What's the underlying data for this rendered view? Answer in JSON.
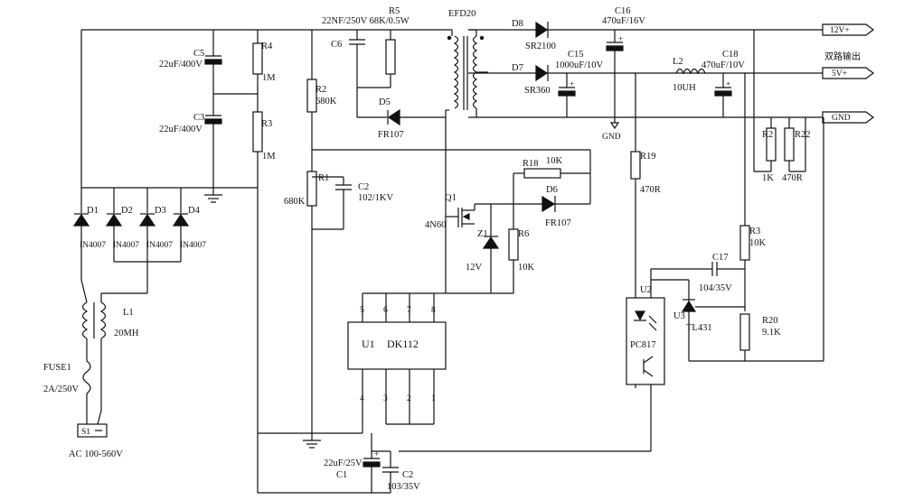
{
  "outputs": {
    "v12": "12V+",
    "v5": "5V+",
    "gnd": "GND",
    "dual": "双路输出"
  },
  "labels": {
    "r5_top": "22NF/250V 68K/0.5W",
    "efd": "EFD20",
    "d8": "D8",
    "sr2100": "SR2100",
    "c16": "C16",
    "c16v": "470uF/16V",
    "c15": "C15",
    "c15v": "1000uF/10V",
    "d7": "D7",
    "sr360": "SR360",
    "l2": "L2",
    "l2v": "10UH",
    "c18": "C18",
    "c18v": "470uF/10V",
    "gnd_small": "GND",
    "r19": "R19",
    "r19v": "470R",
    "r2r": "R2",
    "r2rv": "1K",
    "r22": "R22",
    "r22v": "470R",
    "r3r": "R3",
    "r3rv": "10K",
    "c17": "C17",
    "c17v": "104/35V",
    "u3": "U3",
    "tl431": "TL431",
    "r20": "R20",
    "r20v": "9.1K",
    "u2": "U2",
    "pc817": "PC817",
    "c5": "C5",
    "c5v": "22uF/400V",
    "c3": "C3",
    "c3v": "22uF/400V",
    "r4": "R4",
    "r4v": "1M",
    "r3": "R3",
    "r3v": "1M",
    "c6": "C6",
    "r2": "R2",
    "r2v": "680K",
    "d5": "D5",
    "fr107a": "FR107",
    "r1": "R1",
    "r1v": "680K",
    "c2": "C2",
    "c2v": "102/1KV",
    "r18": "R18",
    "r18v": "10K",
    "d6": "D6",
    "fr107b": "FR107",
    "q1": "Q1",
    "q1v": "4N60",
    "z1": "Z1",
    "z1v": "12V",
    "r6": "R6",
    "r6v": "10K",
    "d1": "D1",
    "d2": "D2",
    "d3": "D3",
    "d4": "D4",
    "in4007": "IN4007",
    "l1": "L1",
    "l1v": "20MH",
    "fuse": "FUSE1",
    "fusev": "2A/250V",
    "ac": "AC 100-560V",
    "u1": "U1",
    "dk112": "DK112",
    "p5": "5",
    "p6": "6",
    "p7": "7",
    "p8": "8",
    "p4": "4",
    "p3": "3",
    "p2": "2",
    "p1": "1",
    "c1v": "22uF/25V",
    "c1": "C1",
    "c2bv": "103/35V",
    "c2b": "C2"
  }
}
